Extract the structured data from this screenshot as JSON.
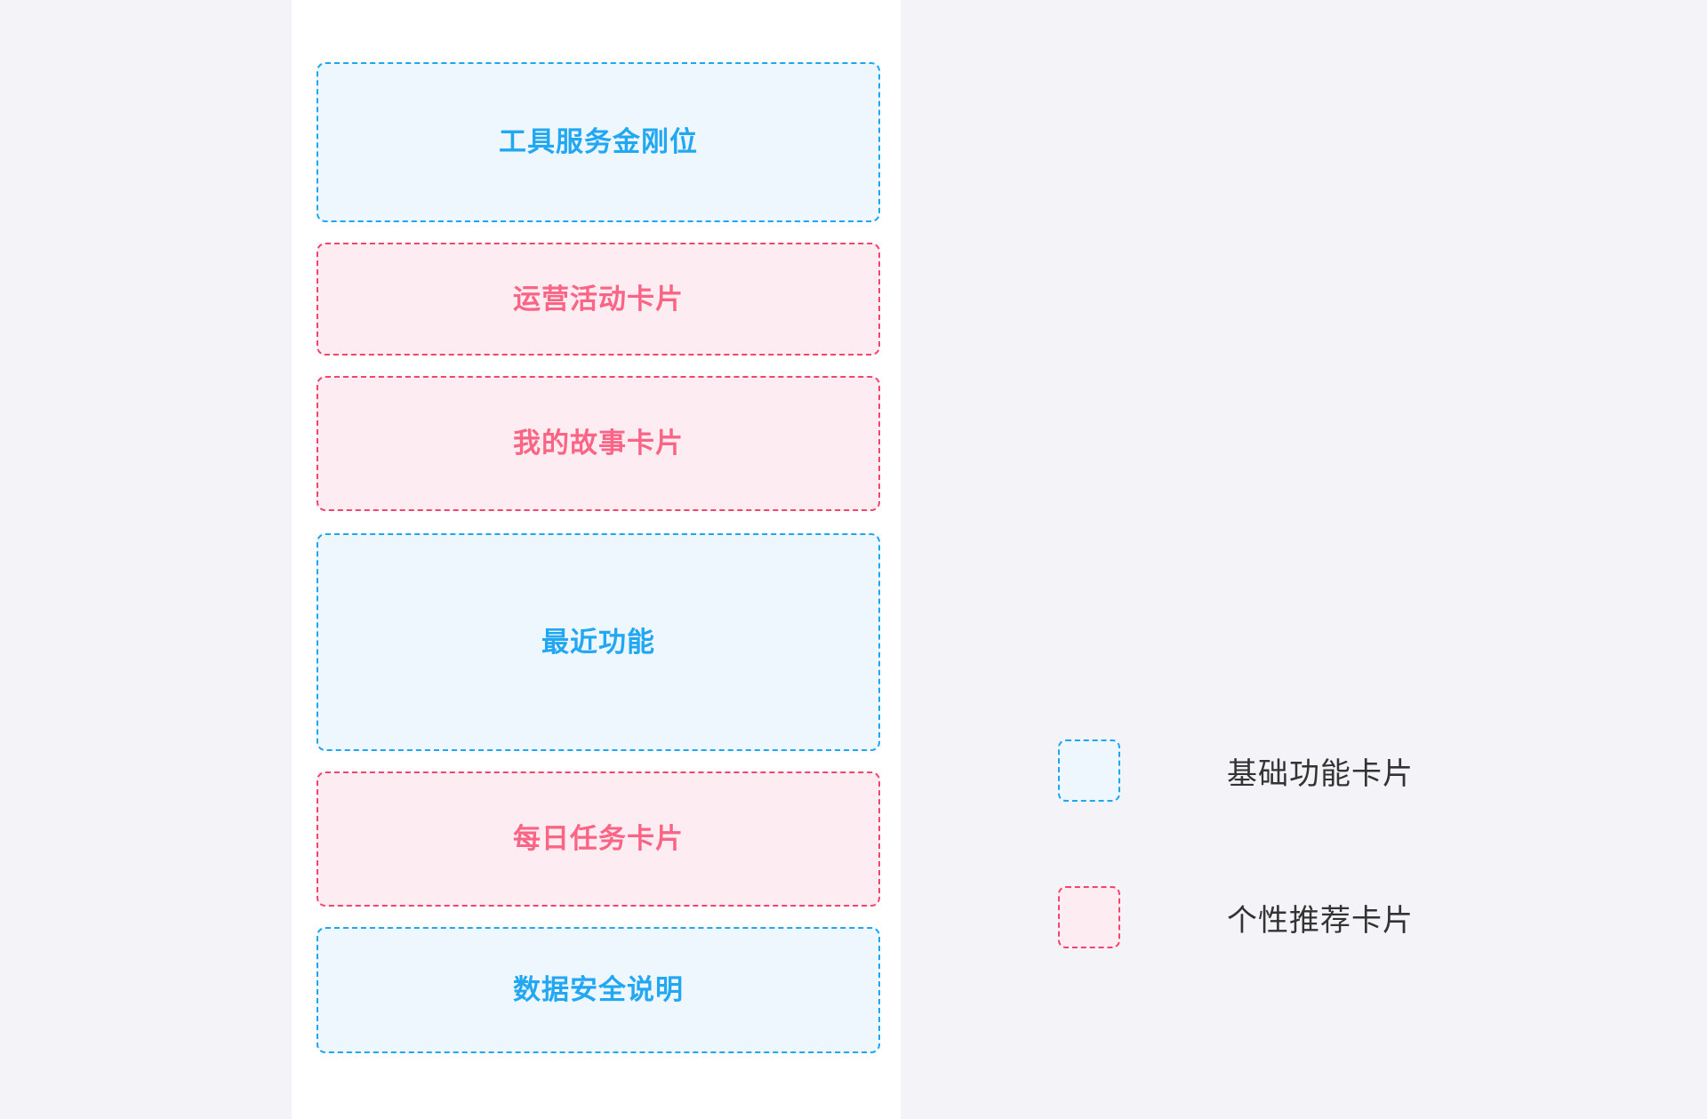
{
  "canvas": {
    "background_color": "#f4f3f7",
    "frame_background_color": "#ffffff"
  },
  "colors": {
    "basic_fill": "#eff7fe",
    "basic_border": "#1ca7f0",
    "basic_text": "#22a7f2",
    "recommend_fill": "#fdedf2",
    "recommend_border": "#f2456e",
    "recommend_text": "#fa6585",
    "legend_text": "#333333"
  },
  "mockup": {
    "cards": [
      {
        "label": "工具服务金刚位",
        "type": "basic"
      },
      {
        "label": "运营活动卡片",
        "type": "recommend"
      },
      {
        "label": "我的故事卡片",
        "type": "recommend"
      },
      {
        "label": "最近功能",
        "type": "basic"
      },
      {
        "label": "每日任务卡片",
        "type": "recommend"
      },
      {
        "label": "数据安全说明",
        "type": "basic"
      }
    ]
  },
  "legend": {
    "items": [
      {
        "label": "基础功能卡片",
        "type": "basic"
      },
      {
        "label": "个性推荐卡片",
        "type": "recommend"
      }
    ]
  }
}
